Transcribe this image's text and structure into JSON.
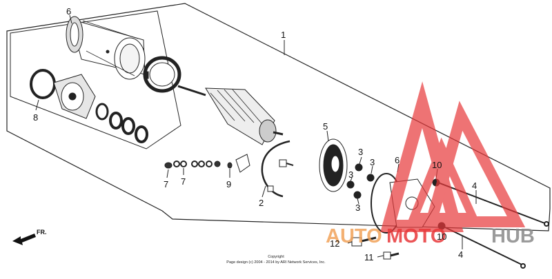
{
  "callouts": {
    "c1": "1",
    "c2": "2",
    "c3a": "3",
    "c3b": "3",
    "c3c": "3",
    "c3d": "3",
    "c4a": "4",
    "c4b": "4",
    "c5": "5",
    "c6a": "6",
    "c6b": "6",
    "c7a": "7",
    "c7b": "7",
    "c8": "8",
    "c9": "9",
    "c10a": "10",
    "c10b": "10",
    "c11": "11",
    "c12": "12"
  },
  "direction_label": "FR.",
  "copyright": {
    "line1": "Copyright",
    "line2": "Page design (c) 2004 - 2014 by ARI Network Services, Inc."
  },
  "watermark": {
    "auto": "AUTO",
    "moto": "MOTO",
    "hub": "HUB",
    "colors": {
      "red": "#e8383a",
      "orange": "#f2a35a",
      "gray": "#8a8a8a"
    }
  }
}
